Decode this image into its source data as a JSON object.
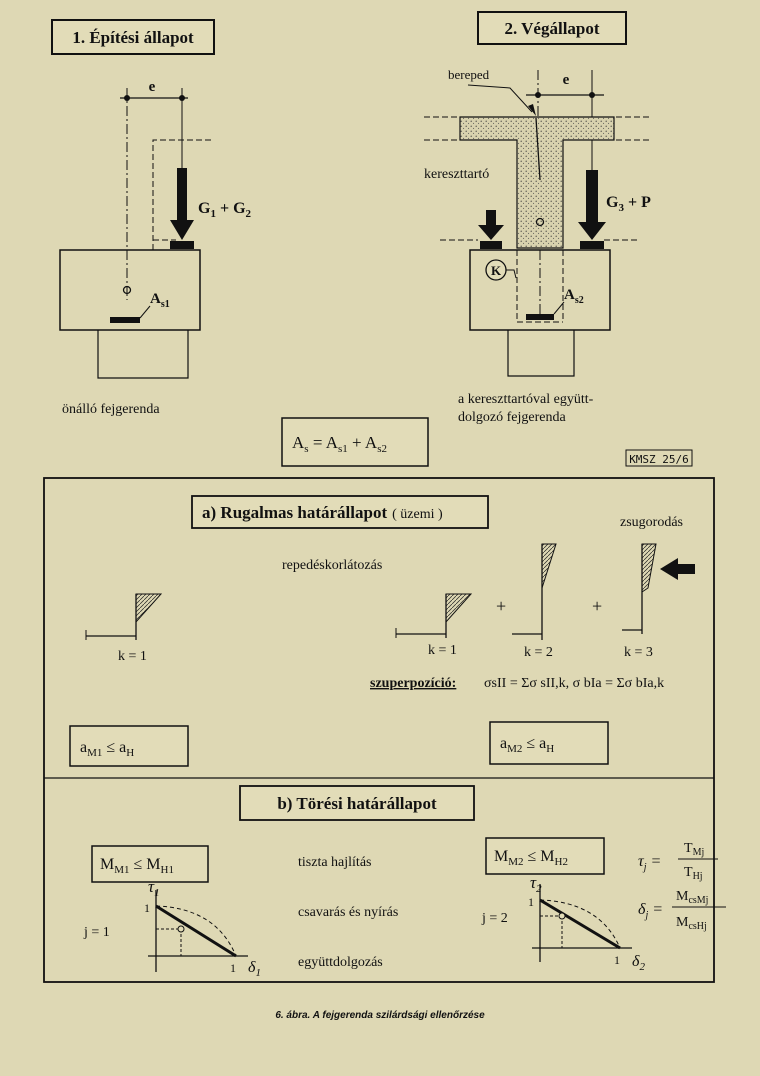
{
  "top": {
    "stage1_title": "1. Építési állapot",
    "stage2_title": "2. Végállapot",
    "e_label": "e",
    "load1": "G",
    "load1_sub1": "1",
    "load1_plus": " + G",
    "load1_sub2": "2",
    "as1_label": "A",
    "as1_sub": "s1",
    "caption1": "önálló fejgerenda",
    "bereped": "bereped",
    "e2_label": "e",
    "kereszttarto": "kereszttartó",
    "load2": "G",
    "load2_sub": "3",
    "load2_rest": " + P",
    "k_circle": "K",
    "as2_label": "A",
    "as2_sub": "s2",
    "caption2_line1": "a kereszttartóval együtt-",
    "caption2_line2": "dolgozó fejgerenda",
    "formula_main": "A",
    "formula_sub_s": "s",
    "formula_eq": " = A",
    "formula_sub_s1": "s1",
    "formula_plus": " + A",
    "formula_sub_s2": "s2",
    "code": "KMSZ 25/6"
  },
  "section_a": {
    "title": "a) Rugalmas határállapot",
    "title_note": "( üzemi )",
    "zsugorodas": "zsugorodás",
    "repedes": "repedéskorlátozás",
    "k1_left": "k = 1",
    "k1": "k = 1",
    "plus": "+",
    "k2": "k = 2",
    "k3": "k = 3",
    "superpos_label": "szuperpozíció:",
    "superpos_formula": "σsII = Σσ sII,k,   σ bIa = Σσ bIa,k",
    "cond1_a": "a",
    "cond1_sub": "M1",
    "cond1_rest": " ≤ a",
    "cond1_sub2": "H",
    "cond2_a": "a",
    "cond2_sub": "M2",
    "cond2_rest": " ≤ a",
    "cond2_sub2": "H"
  },
  "section_b": {
    "title": "b) Törési határállapot",
    "m1_a": "M",
    "m1_sub": "M1",
    "m1_rest": " ≤ M",
    "m1_sub2": "H1",
    "m2_a": "M",
    "m2_sub": "M2",
    "m2_rest": " ≤ M",
    "m2_sub2": "H2",
    "tiszta": "tiszta hajlítás",
    "csavaras": "csavarás és nyírás",
    "egyutt": "együttdolgozás",
    "j1": "j = 1",
    "j2": "j = 2",
    "tau1": "τ",
    "tau1_sub": "1",
    "tau2": "τ",
    "tau2_sub": "2",
    "delta1": "δ",
    "delta1_sub": "1",
    "delta2": "δ",
    "delta2_sub": "2",
    "one": "1",
    "tau_j_lhs": "τ",
    "tau_j_sub": "j",
    "tau_num": "T",
    "tau_num_sub": "Mj",
    "tau_den": "T",
    "tau_den_sub": "Hj",
    "delta_j_lhs": "δ",
    "delta_j_sub": "j",
    "delta_num": "M",
    "delta_num_sub": "csMj",
    "delta_den": "M",
    "delta_den_sub": "csHj"
  },
  "caption": "6. ábra. A fejgerenda szilárdsági ellenőrzése"
}
